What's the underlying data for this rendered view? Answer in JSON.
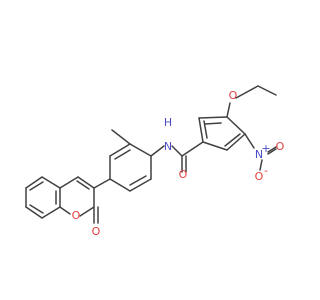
{
  "molecule": {
    "atoms": {
      "N_amide": {
        "text": "N",
        "color": "#4d4dcc"
      },
      "H_amide": {
        "text": "H",
        "color": "#4d4dcc"
      },
      "O_amide": {
        "text": "O",
        "color": "#e04040"
      },
      "O_ether": {
        "text": "O",
        "color": "#e04040"
      },
      "N_nitro": {
        "text": "N",
        "color": "#4d4dcc"
      },
      "N_plus": {
        "text": "+",
        "color": "#4d4dcc"
      },
      "O_nitro1": {
        "text": "O",
        "color": "#e04040"
      },
      "O_nitro2": {
        "text": "O",
        "color": "#e04040"
      },
      "O_minus": {
        "text": "-",
        "color": "#e04040"
      },
      "O_ring": {
        "text": "O",
        "color": "#e04040"
      },
      "O_lactone": {
        "text": "O",
        "color": "#e04040"
      }
    },
    "bond_color": "#404040"
  }
}
